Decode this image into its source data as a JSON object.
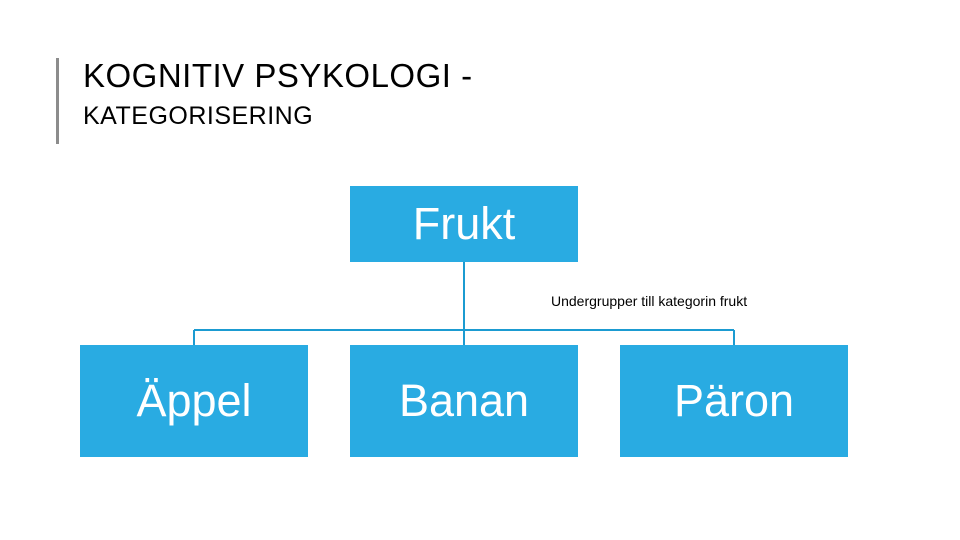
{
  "slide": {
    "title_main": "KOGNITIV PSYKOLOGI -",
    "title_sub": "KATEGORISERING",
    "annotation": "Undergrupper till kategorin frukt"
  },
  "diagram": {
    "type": "hierarchy",
    "accent_color": "#29ABE2",
    "connector_color": "#1B9BD1",
    "root": {
      "label": "Frukt"
    },
    "children": [
      {
        "label": "Äppel"
      },
      {
        "label": "Banan"
      },
      {
        "label": "Päron"
      }
    ]
  }
}
